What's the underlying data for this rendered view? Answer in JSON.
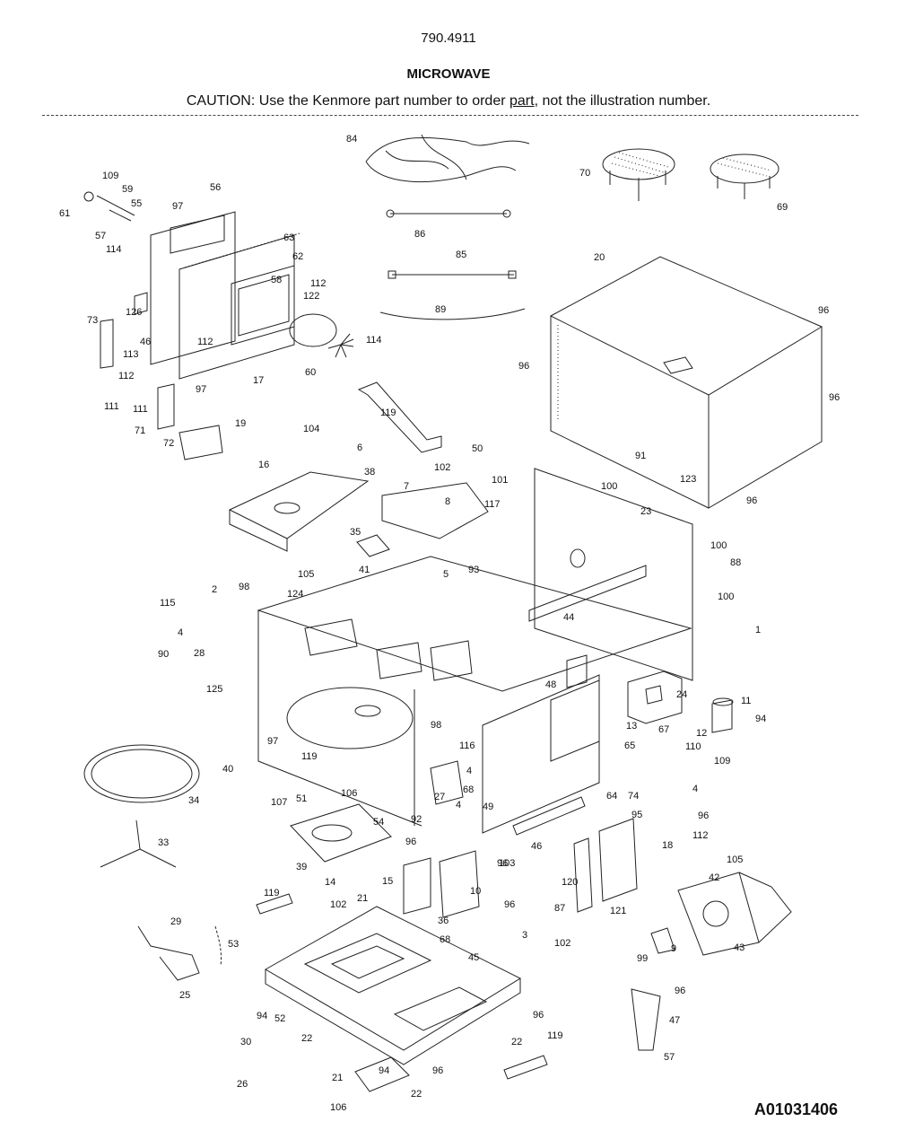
{
  "header": {
    "model_number": "790.4911",
    "title": "MICROWAVE",
    "caution_before": "CAUTION: Use the Kenmore part number to order ",
    "caution_link": "part",
    "caution_after": ", not the illustration number."
  },
  "diagram": {
    "callouts": [
      "109",
      "59",
      "55",
      "61",
      "97",
      "56",
      "57",
      "114",
      "63",
      "62",
      "58",
      "112",
      "122",
      "126",
      "73",
      "46",
      "112",
      "114",
      "60",
      "113",
      "97",
      "17",
      "112",
      "111",
      "111",
      "71",
      "72",
      "19",
      "84",
      "86",
      "85",
      "89",
      "70",
      "69",
      "20",
      "96",
      "96",
      "96",
      "96",
      "119",
      "104",
      "16",
      "6",
      "38",
      "50",
      "102",
      "101",
      "7",
      "8",
      "117",
      "91",
      "100",
      "123",
      "23",
      "100",
      "88",
      "100",
      "35",
      "41",
      "93",
      "105",
      "5",
      "115",
      "2",
      "98",
      "124",
      "44",
      "1",
      "4",
      "28",
      "90",
      "125",
      "48",
      "24",
      "11",
      "94",
      "13",
      "12",
      "98",
      "116",
      "65",
      "67",
      "110",
      "109",
      "97",
      "40",
      "119",
      "106",
      "4",
      "27",
      "4",
      "49",
      "64",
      "74",
      "96",
      "4",
      "68",
      "107",
      "34",
      "51",
      "54",
      "92",
      "96",
      "46",
      "95",
      "18",
      "112",
      "120",
      "121",
      "33",
      "96",
      "103",
      "39",
      "14",
      "15",
      "10",
      "119",
      "102",
      "87",
      "96",
      "105",
      "42",
      "21",
      "36",
      "3",
      "43",
      "29",
      "53",
      "68",
      "45",
      "102",
      "99",
      "9",
      "96",
      "25",
      "94",
      "52",
      "22",
      "96",
      "47",
      "22",
      "119",
      "30",
      "57",
      "26",
      "21",
      "94",
      "96",
      "106",
      "22"
    ],
    "reference_code": "A01031406"
  }
}
